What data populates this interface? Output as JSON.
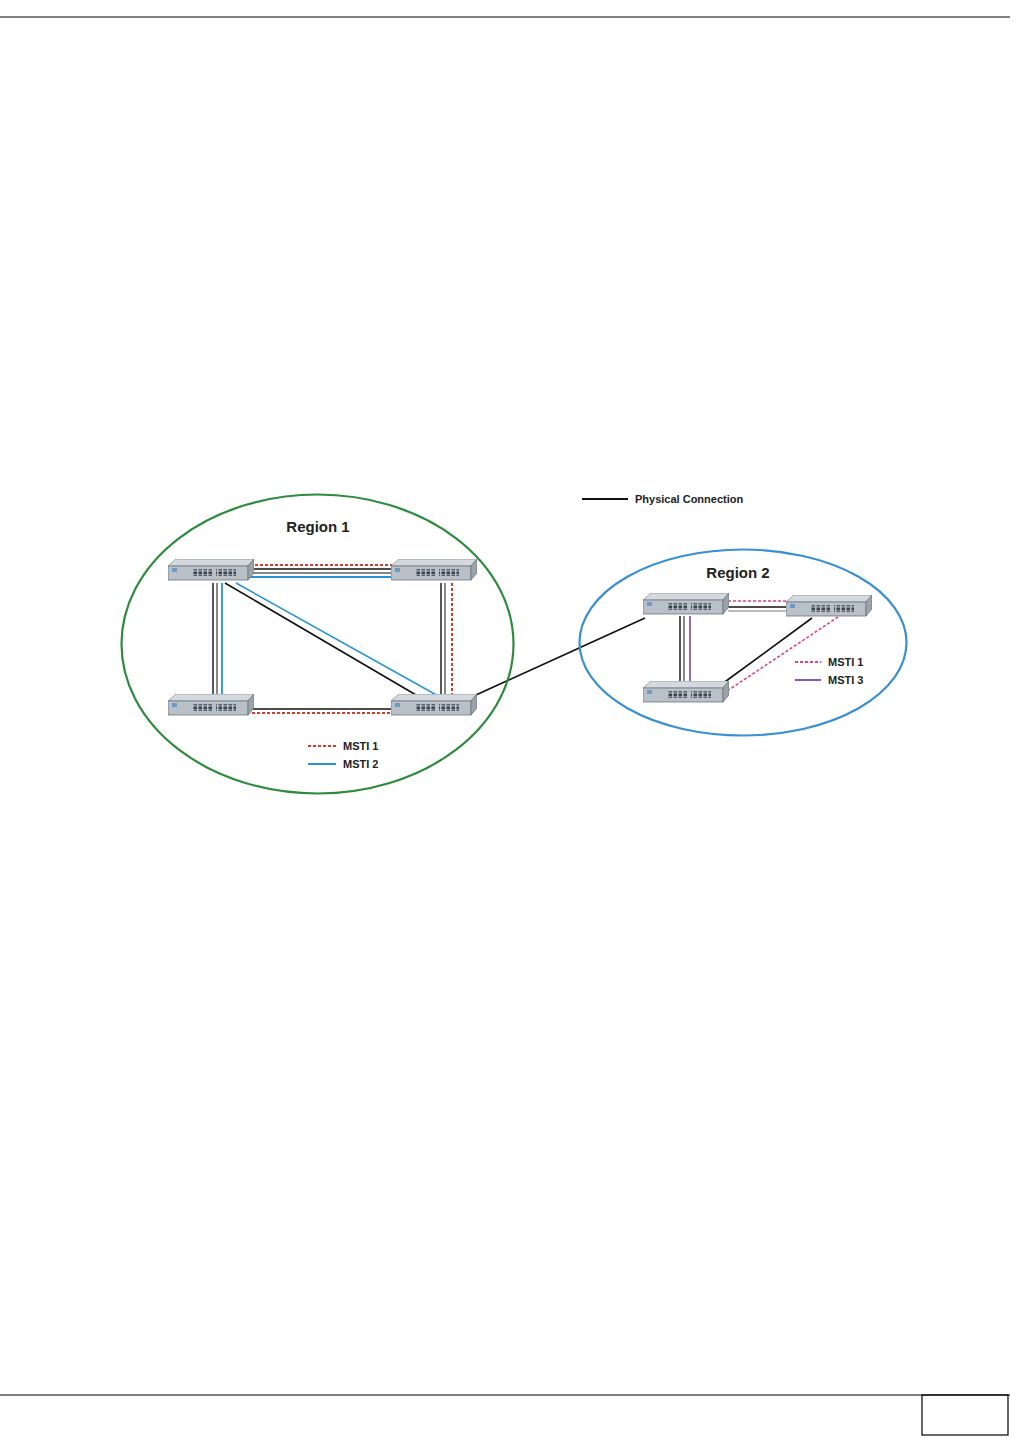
{
  "diagram": {
    "nodes": [
      {
        "text": [
          "Region 1"
        ]
      },
      {
        "text": [
          "Region 2"
        ]
      }
    ],
    "edges": [
      {
        "from": 0,
        "to": 1,
        "arrow": "none"
      }
    ],
    "legend": [
      {
        "text": "Physical Connection"
      },
      {
        "text": "MSTI 1"
      },
      {
        "text": "MSTI 2"
      },
      {
        "text": "MSTI 1"
      },
      {
        "text": "MSTI 3"
      }
    ]
  }
}
